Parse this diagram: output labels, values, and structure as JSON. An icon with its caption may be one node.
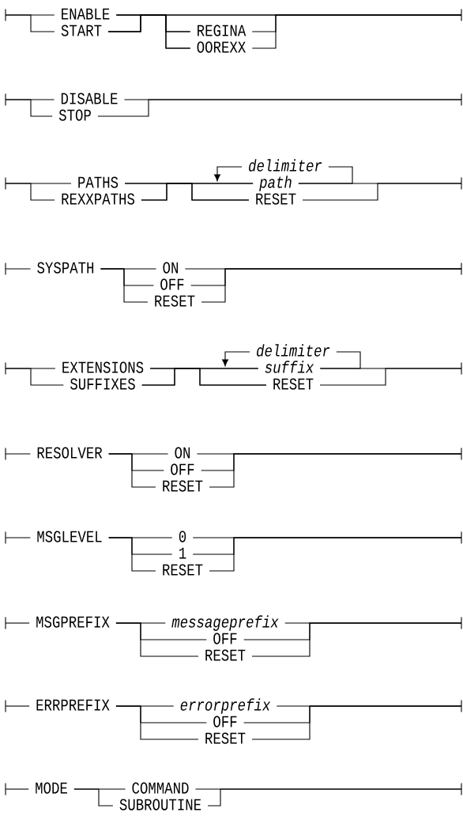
{
  "diagram": {
    "nodes": [
      {
        "text": [],
        "shape": "bar"
      },
      {
        "text": [
          "ENABLE"
        ]
      },
      {
        "text": [
          "START"
        ]
      },
      {
        "text": [
          "REGINA"
        ]
      },
      {
        "text": [
          "OOREXX"
        ]
      },
      {
        "text": [],
        "shape": "bar"
      },
      {
        "text": [],
        "shape": "bar"
      },
      {
        "text": [
          "DISABLE"
        ]
      },
      {
        "text": [
          "STOP"
        ]
      },
      {
        "text": [],
        "shape": "bar"
      },
      {
        "text": [],
        "shape": "bar"
      },
      {
        "text": [
          "PATHS"
        ]
      },
      {
        "text": [
          "REXXPATHS"
        ]
      },
      {
        "text": [
          "delimiter"
        ]
      },
      {
        "text": [
          "path"
        ]
      },
      {
        "text": [
          "RESET"
        ]
      },
      {
        "text": [],
        "shape": "bar"
      },
      {
        "text": [],
        "shape": "bar"
      },
      {
        "text": [
          "SYSPATH"
        ]
      },
      {
        "text": [
          "ON"
        ]
      },
      {
        "text": [
          "OFF"
        ]
      },
      {
        "text": [
          "RESET"
        ]
      },
      {
        "text": [],
        "shape": "bar"
      },
      {
        "text": [],
        "shape": "bar"
      },
      {
        "text": [
          "EXTENSIONS"
        ]
      },
      {
        "text": [
          "SUFFIXES"
        ]
      },
      {
        "text": [
          "delimiter"
        ]
      },
      {
        "text": [
          "suffix"
        ]
      },
      {
        "text": [
          "RESET"
        ]
      },
      {
        "text": [],
        "shape": "bar"
      },
      {
        "text": [],
        "shape": "bar"
      },
      {
        "text": [
          "RESOLVER"
        ]
      },
      {
        "text": [
          "ON"
        ]
      },
      {
        "text": [
          "OFF"
        ]
      },
      {
        "text": [
          "RESET"
        ]
      },
      {
        "text": [],
        "shape": "bar"
      },
      {
        "text": [],
        "shape": "bar"
      },
      {
        "text": [
          "MSGLEVEL"
        ]
      },
      {
        "text": [
          "0"
        ]
      },
      {
        "text": [
          "1"
        ]
      },
      {
        "text": [
          "RESET"
        ]
      },
      {
        "text": [],
        "shape": "bar"
      },
      {
        "text": [],
        "shape": "bar"
      },
      {
        "text": [
          "MSGPREFIX"
        ]
      },
      {
        "text": [
          "messageprefix"
        ]
      },
      {
        "text": [
          "OFF"
        ]
      },
      {
        "text": [
          "RESET"
        ]
      },
      {
        "text": [],
        "shape": "bar"
      },
      {
        "text": [],
        "shape": "bar"
      },
      {
        "text": [
          "ERRPREFIX"
        ]
      },
      {
        "text": [
          "errorprefix"
        ]
      },
      {
        "text": [
          "OFF"
        ]
      },
      {
        "text": [
          "RESET"
        ]
      },
      {
        "text": [],
        "shape": "bar"
      },
      {
        "text": [],
        "shape": "bar"
      },
      {
        "text": [
          "MODE"
        ]
      },
      {
        "text": [
          "COMMAND"
        ]
      },
      {
        "text": [
          "SUBROUTINE"
        ]
      },
      {
        "text": [],
        "shape": "bar"
      }
    ],
    "edges": [
      {
        "from": 0,
        "to": 1,
        "arrow": "none"
      },
      {
        "from": 0,
        "to": 2,
        "arrow": "none"
      },
      {
        "from": 1,
        "to": 3,
        "arrow": "none"
      },
      {
        "from": 1,
        "to": 4,
        "arrow": "none"
      },
      {
        "from": 1,
        "to": 5,
        "arrow": "none"
      },
      {
        "from": 2,
        "to": 3,
        "arrow": "none"
      },
      {
        "from": 2,
        "to": 4,
        "arrow": "none"
      },
      {
        "from": 2,
        "to": 5,
        "arrow": "none"
      },
      {
        "from": 3,
        "to": 5,
        "arrow": "none"
      },
      {
        "from": 4,
        "to": 5,
        "arrow": "none"
      },
      {
        "from": 6,
        "to": 7,
        "arrow": "none"
      },
      {
        "from": 6,
        "to": 8,
        "arrow": "none"
      },
      {
        "from": 7,
        "to": 9,
        "arrow": "none"
      },
      {
        "from": 8,
        "to": 9,
        "arrow": "none"
      },
      {
        "from": 10,
        "to": 11,
        "arrow": "none"
      },
      {
        "from": 10,
        "to": 12,
        "arrow": "none"
      },
      {
        "from": 11,
        "to": 14,
        "arrow": "none"
      },
      {
        "from": 11,
        "to": 15,
        "arrow": "none"
      },
      {
        "from": 12,
        "to": 14,
        "arrow": "none"
      },
      {
        "from": 12,
        "to": 15,
        "arrow": "none"
      },
      {
        "from": 14,
        "to": 16,
        "arrow": "none"
      },
      {
        "from": 15,
        "to": 16,
        "arrow": "none"
      },
      {
        "from": 14,
        "to": 13,
        "arrow": "none"
      },
      {
        "from": 13,
        "to": null,
        "arrow": "to"
      },
      {
        "from": 17,
        "to": 18,
        "arrow": "none"
      },
      {
        "from": 18,
        "to": 19,
        "arrow": "none"
      },
      {
        "from": 18,
        "to": 20,
        "arrow": "none"
      },
      {
        "from": 18,
        "to": 21,
        "arrow": "none"
      },
      {
        "from": 19,
        "to": 22,
        "arrow": "none"
      },
      {
        "from": 20,
        "to": 22,
        "arrow": "none"
      },
      {
        "from": 21,
        "to": 22,
        "arrow": "none"
      },
      {
        "from": 23,
        "to": 24,
        "arrow": "none"
      },
      {
        "from": 23,
        "to": 25,
        "arrow": "none"
      },
      {
        "from": 24,
        "to": 27,
        "arrow": "none"
      },
      {
        "from": 24,
        "to": 28,
        "arrow": "none"
      },
      {
        "from": 25,
        "to": 27,
        "arrow": "none"
      },
      {
        "from": 25,
        "to": 28,
        "arrow": "none"
      },
      {
        "from": 27,
        "to": 29,
        "arrow": "none"
      },
      {
        "from": 28,
        "to": 29,
        "arrow": "none"
      },
      {
        "from": 27,
        "to": 26,
        "arrow": "none"
      },
      {
        "from": 26,
        "to": null,
        "arrow": "to"
      },
      {
        "from": 30,
        "to": 31,
        "arrow": "none"
      },
      {
        "from": 31,
        "to": 32,
        "arrow": "none"
      },
      {
        "from": 31,
        "to": 33,
        "arrow": "none"
      },
      {
        "from": 31,
        "to": 34,
        "arrow": "none"
      },
      {
        "from": 32,
        "to": 35,
        "arrow": "none"
      },
      {
        "from": 33,
        "to": 35,
        "arrow": "none"
      },
      {
        "from": 34,
        "to": 35,
        "arrow": "none"
      },
      {
        "from": 36,
        "to": 37,
        "arrow": "none"
      },
      {
        "from": 37,
        "to": 38,
        "arrow": "none"
      },
      {
        "from": 37,
        "to": 39,
        "arrow": "none"
      },
      {
        "from": 37,
        "to": 40,
        "arrow": "none"
      },
      {
        "from": 38,
        "to": 41,
        "arrow": "none"
      },
      {
        "from": 39,
        "to": 41,
        "arrow": "none"
      },
      {
        "from": 40,
        "to": 41,
        "arrow": "none"
      },
      {
        "from": 42,
        "to": 43,
        "arrow": "none"
      },
      {
        "from": 43,
        "to": 44,
        "arrow": "none"
      },
      {
        "from": 43,
        "to": 45,
        "arrow": "none"
      },
      {
        "from": 43,
        "to": 46,
        "arrow": "none"
      },
      {
        "from": 44,
        "to": 47,
        "arrow": "none"
      },
      {
        "from": 45,
        "to": 47,
        "arrow": "none"
      },
      {
        "from": 46,
        "to": 47,
        "arrow": "none"
      },
      {
        "from": 48,
        "to": 49,
        "arrow": "none"
      },
      {
        "from": 49,
        "to": 50,
        "arrow": "none"
      },
      {
        "from": 49,
        "to": 51,
        "arrow": "none"
      },
      {
        "from": 49,
        "to": 52,
        "arrow": "none"
      },
      {
        "from": 50,
        "to": 53,
        "arrow": "none"
      },
      {
        "from": 51,
        "to": 53,
        "arrow": "none"
      },
      {
        "from": 52,
        "to": 53,
        "arrow": "none"
      },
      {
        "from": 54,
        "to": 55,
        "arrow": "none"
      },
      {
        "from": 55,
        "to": 56,
        "arrow": "none"
      },
      {
        "from": 55,
        "to": 57,
        "arrow": "none"
      },
      {
        "from": 56,
        "to": 58,
        "arrow": "none"
      },
      {
        "from": 57,
        "to": 58,
        "arrow": "none"
      }
    ]
  }
}
